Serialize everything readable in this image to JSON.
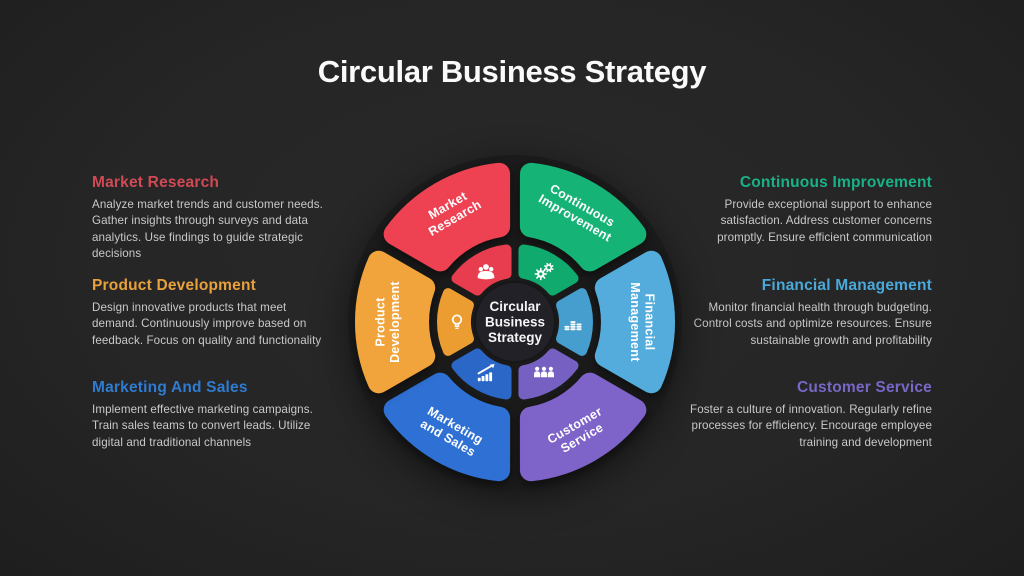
{
  "slide": {
    "title": "Circular Business Strategy",
    "background_color": "#262626"
  },
  "wheel": {
    "backdrop_color": "#1A1A1A",
    "center": {
      "lines": [
        "Circular",
        "Business",
        "Strategy"
      ],
      "disc_color": "#212127",
      "text_color": "#F5F5F5"
    },
    "segments": [
      {
        "name": "segment-market-research",
        "label_lines": [
          "Market",
          "Research"
        ],
        "color": "#EE4252",
        "inner_color": "#E83D4E",
        "icon": "crowd-icon",
        "a0": -150,
        "a1": -90,
        "label_rotation": -30
      },
      {
        "name": "segment-continuous-improvement",
        "label_lines": [
          "Continuous",
          "Improvement"
        ],
        "color": "#16B377",
        "inner_color": "#10A96E",
        "icon": "gears-icon",
        "a0": -90,
        "a1": -30,
        "label_rotation": 30
      },
      {
        "name": "segment-financial-management",
        "label_lines": [
          "Financial",
          "Management"
        ],
        "color": "#52ACDB",
        "inner_color": "#459ECE",
        "icon": "coins-icon",
        "a0": -30,
        "a1": 30,
        "label_rotation": 90
      },
      {
        "name": "segment-customer-service",
        "label_lines": [
          "Customer",
          "Service"
        ],
        "color": "#7E64C8",
        "inner_color": "#7660C2",
        "icon": "team-icon",
        "a0": 30,
        "a1": 90,
        "label_rotation": -30
      },
      {
        "name": "segment-marketing-and-sales",
        "label_lines": [
          "Marketing",
          "and Sales"
        ],
        "color": "#2E6FD3",
        "inner_color": "#2B67C6",
        "icon": "growth-icon",
        "a0": 90,
        "a1": 150,
        "label_rotation": 30
      },
      {
        "name": "segment-product-development",
        "label_lines": [
          "Product",
          "Development"
        ],
        "color": "#F1A43B",
        "inner_color": "#EC9D31",
        "icon": "bulb-icon",
        "a0": 150,
        "a1": 210,
        "label_rotation": -90
      }
    ]
  },
  "left_panels": [
    {
      "heading": "Market Research",
      "heading_color": "#D04A55",
      "body": "Analyze market trends and customer needs. Gather insights through surveys and data analytics. Use findings to guide strategic decisions"
    },
    {
      "heading": "Product Development",
      "heading_color": "#E9A13C",
      "body": "Design innovative products that meet demand. Continuously improve based on feedback. Focus on quality and functionality"
    },
    {
      "heading": "Marketing And Sales",
      "heading_color": "#2F7BD0",
      "body": "Implement effective marketing campaigns. Train sales teams to convert leads. Utilize digital and traditional channels"
    }
  ],
  "right_panels": [
    {
      "heading": "Continuous Improvement",
      "heading_color": "#19B287",
      "body": "Provide exceptional support to enhance satisfaction. Address customer concerns promptly. Ensure efficient communication"
    },
    {
      "heading": "Financial Management",
      "heading_color": "#4AA9DA",
      "body": "Monitor financial health through budgeting. Control costs and optimize resources. Ensure sustainable growth and profitability"
    },
    {
      "heading": "Customer Service",
      "heading_color": "#7867C6",
      "body": "Foster a culture of innovation. Regularly refine processes for efficiency. Encourage employee training and development"
    }
  ]
}
